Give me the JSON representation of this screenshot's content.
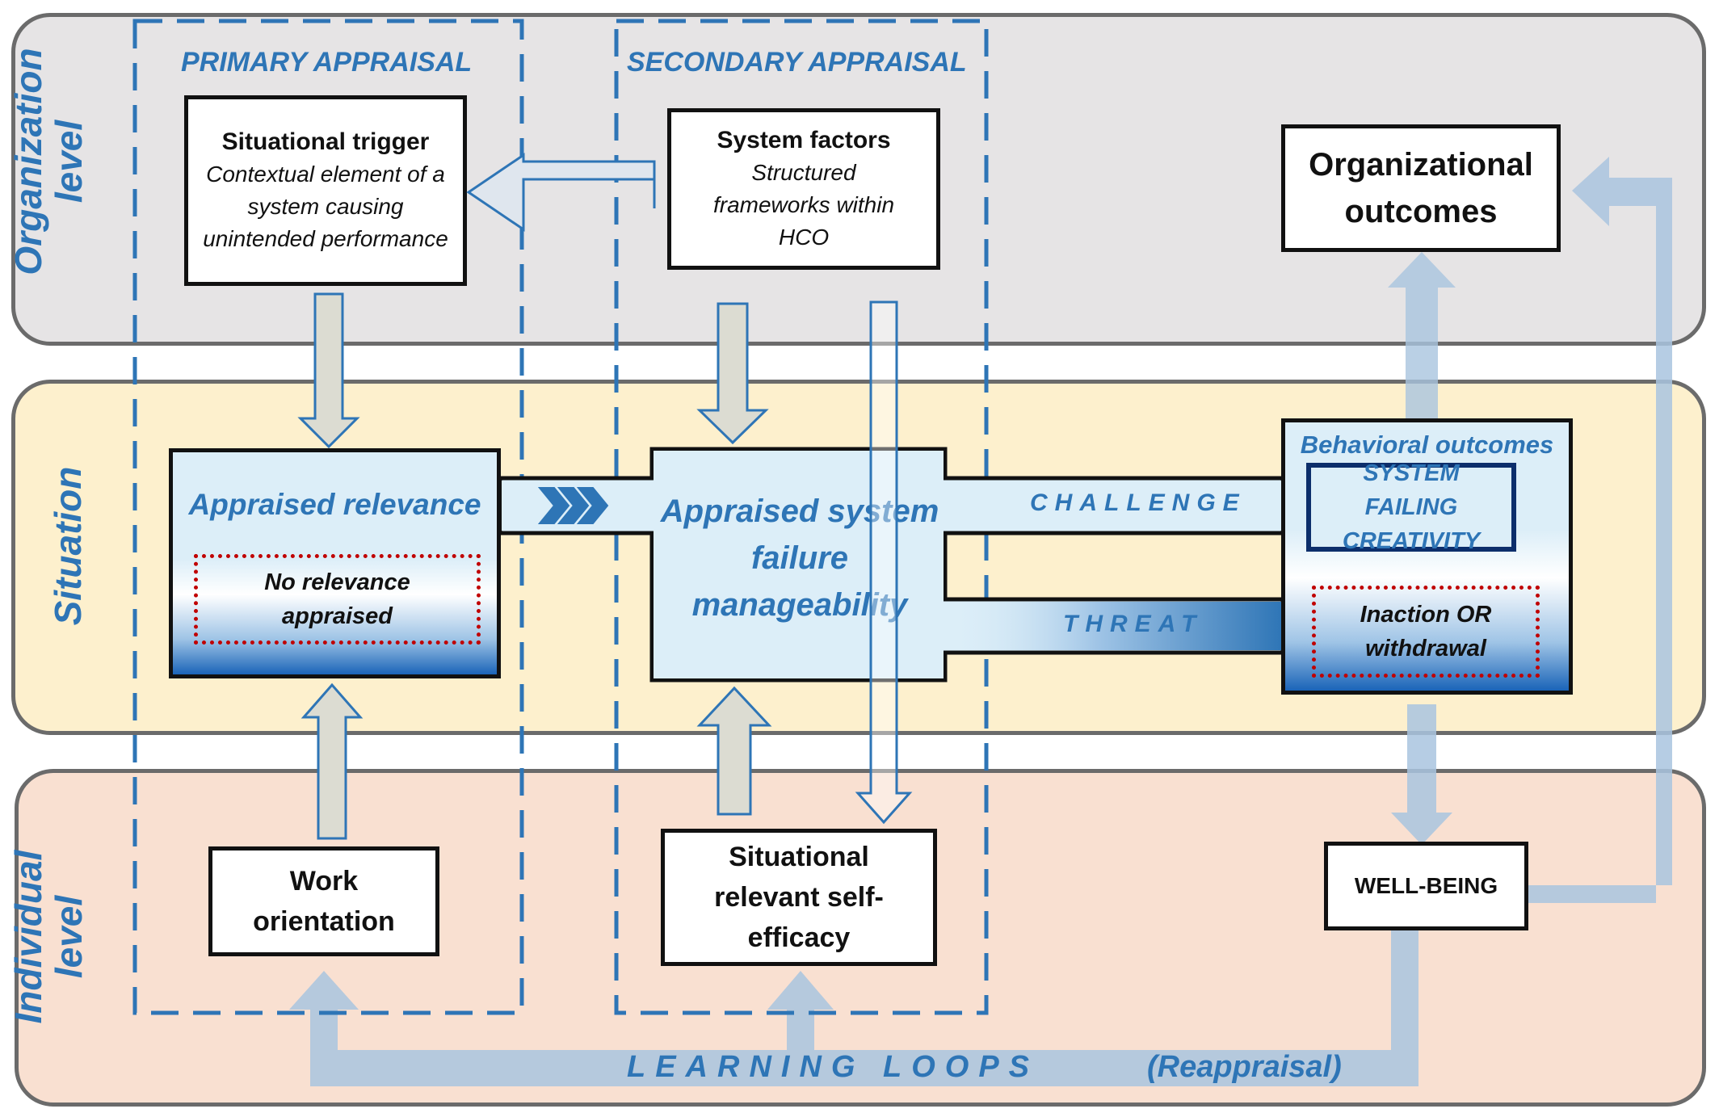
{
  "levels": {
    "organization": "Organization level",
    "situation": "Situation",
    "individual": "Individual level"
  },
  "headings": {
    "primary_appraisal": "PRIMARY APPRAISAL",
    "secondary_appraisal": "SECONDARY APPRAISAL"
  },
  "boxes": {
    "situational_trigger": {
      "title": "Situational trigger",
      "description": "Contextual element of a system causing unintended performance"
    },
    "system_factors": {
      "title": "System factors",
      "description": "Structured frameworks within HCO"
    },
    "organizational_outcomes": "Organizational outcomes",
    "work_orientation": "Work orientation",
    "self_efficacy": "Situational relevant self-efficacy",
    "well_being": "WELL-BEING"
  },
  "appraised_relevance": {
    "title": "Appraised relevance",
    "no_relevance": "No relevance appraised"
  },
  "manageability": "Appraised system failure manageability",
  "behavioral_outcomes": {
    "title": "Behavioral outcomes",
    "creativity": "SYSTEM FAILING CREATIVITY",
    "inaction": "Inaction OR withdrawal"
  },
  "paths": {
    "challenge": "CHALLENGE",
    "threat": "THREAT",
    "learning_loops": "LEARNING LOOPS",
    "reappraisal": "(Reappraisal)"
  },
  "colors": {
    "accent_blue": "#2e75b6",
    "dotted_red": "#c00000",
    "org_band": "#e6e4e5",
    "situation_band": "#fdf0cd",
    "individual_band": "#f9e0d1"
  }
}
